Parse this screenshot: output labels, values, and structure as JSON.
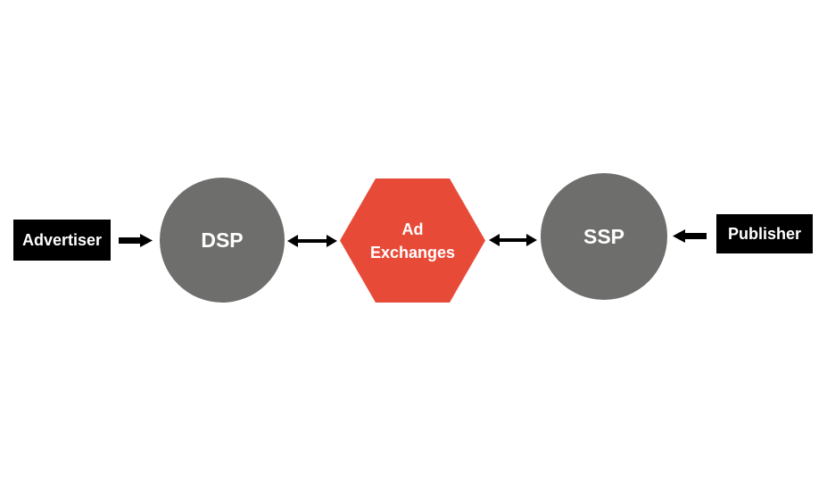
{
  "nodes": {
    "advertiser": {
      "label": "Advertiser"
    },
    "dsp": {
      "label": "DSP"
    },
    "ad_exchanges": {
      "label_line1": "Ad",
      "label_line2": "Exchanges"
    },
    "ssp": {
      "label": "SSP"
    },
    "publisher": {
      "label": "Publisher"
    }
  },
  "colors": {
    "box_fill": "#000000",
    "circle_fill": "#6e6f6c",
    "hexagon_fill": "#e84a38",
    "arrow": "#000000",
    "text": "#ffffff"
  },
  "connections": [
    {
      "from": "advertiser",
      "to": "dsp",
      "direction": "one-way"
    },
    {
      "from": "dsp",
      "to": "ad_exchanges",
      "direction": "two-way"
    },
    {
      "from": "ad_exchanges",
      "to": "ssp",
      "direction": "two-way"
    },
    {
      "from": "publisher",
      "to": "ssp",
      "direction": "one-way"
    }
  ]
}
